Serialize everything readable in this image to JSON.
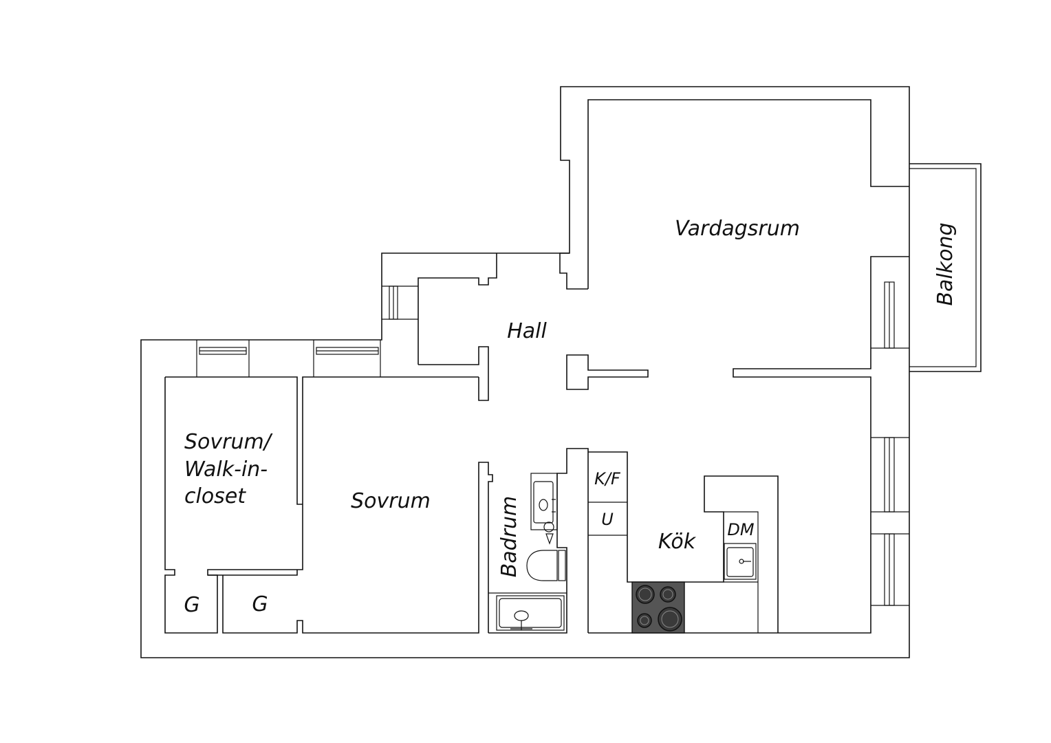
{
  "rooms": {
    "vardagsrum": "Vardagsrum",
    "balkong": "Balkong",
    "hall": "Hall",
    "sovrum_walkin_line1": "Sovrum/",
    "sovrum_walkin_line2": "Walk-in-",
    "sovrum_walkin_line3": "closet",
    "sovrum": "Sovrum",
    "badrum": "Badrum",
    "kok": "Kök",
    "kf": "K/F",
    "u": "U",
    "dm": "DM",
    "g1": "G",
    "g2": "G"
  },
  "colors": {
    "wall": "#111111",
    "stove": "#555555",
    "background": "#ffffff"
  }
}
